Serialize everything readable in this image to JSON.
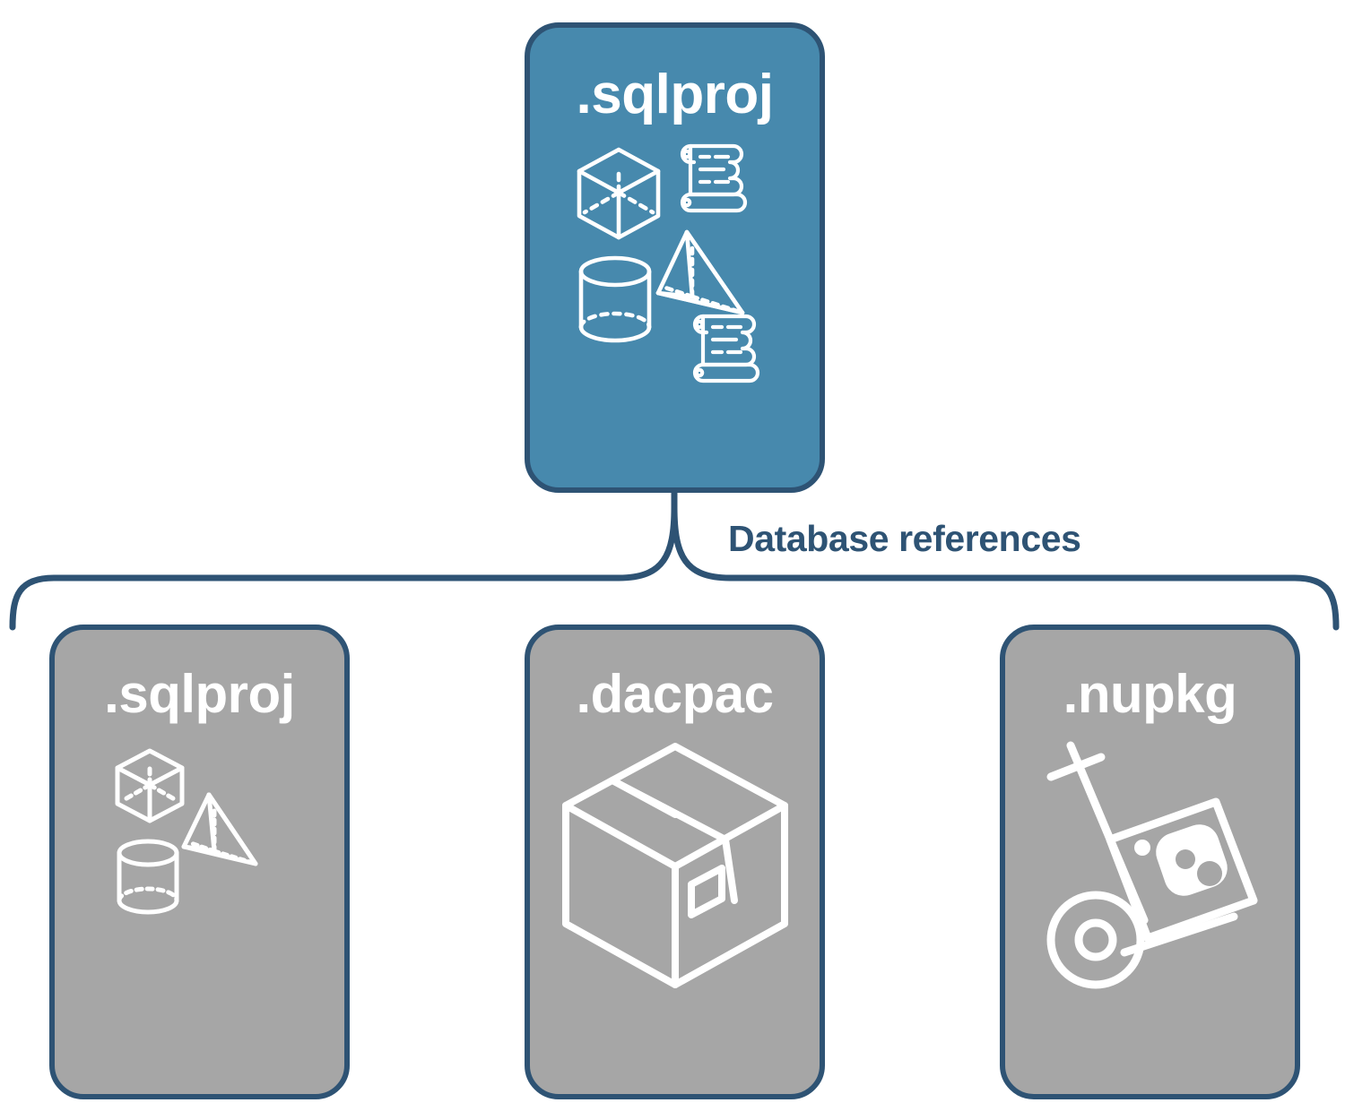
{
  "diagram": {
    "title": "Database references diagram",
    "colors": {
      "primary_fill": "#4789AD",
      "secondary_fill": "#A6A6A6",
      "stroke": "#2E5374",
      "icon": "#FFFFFF",
      "background": "#FFFFFF"
    },
    "root": {
      "label": ".sqlproj",
      "icons": [
        "cube-icon",
        "pyramid-icon",
        "cylinder-icon",
        "scroll-icon",
        "scroll-icon"
      ]
    },
    "connector": {
      "label": "Database references",
      "style": "curly-brace"
    },
    "children": [
      {
        "label": ".sqlproj",
        "icons": [
          "cube-icon",
          "pyramid-icon",
          "cylinder-icon"
        ]
      },
      {
        "label": ".dacpac",
        "icons": [
          "package-box-icon"
        ]
      },
      {
        "label": ".nupkg",
        "icons": [
          "hand-truck-icon",
          "nuget-package-icon"
        ]
      }
    ]
  }
}
